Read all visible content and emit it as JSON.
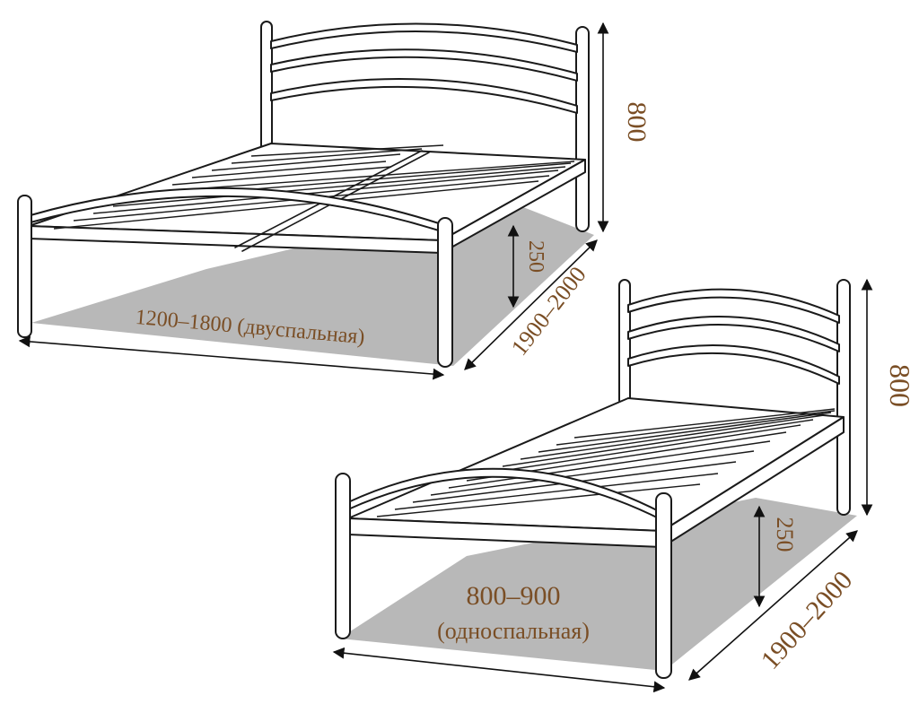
{
  "colors": {
    "label_text": "#7a4e25",
    "outline": "#1a1a1a",
    "floor_shadow": "#b8b8b8",
    "background": "#ffffff"
  },
  "double_bed": {
    "headboard_height": "800",
    "leg_height": "250",
    "length": "1900–2000",
    "width": "1200–1800 (двуспальная)"
  },
  "single_bed": {
    "headboard_height": "800",
    "leg_height": "250",
    "length": "1900–2000",
    "width_line1": "800–900",
    "width_line2": "(односпальная)"
  }
}
